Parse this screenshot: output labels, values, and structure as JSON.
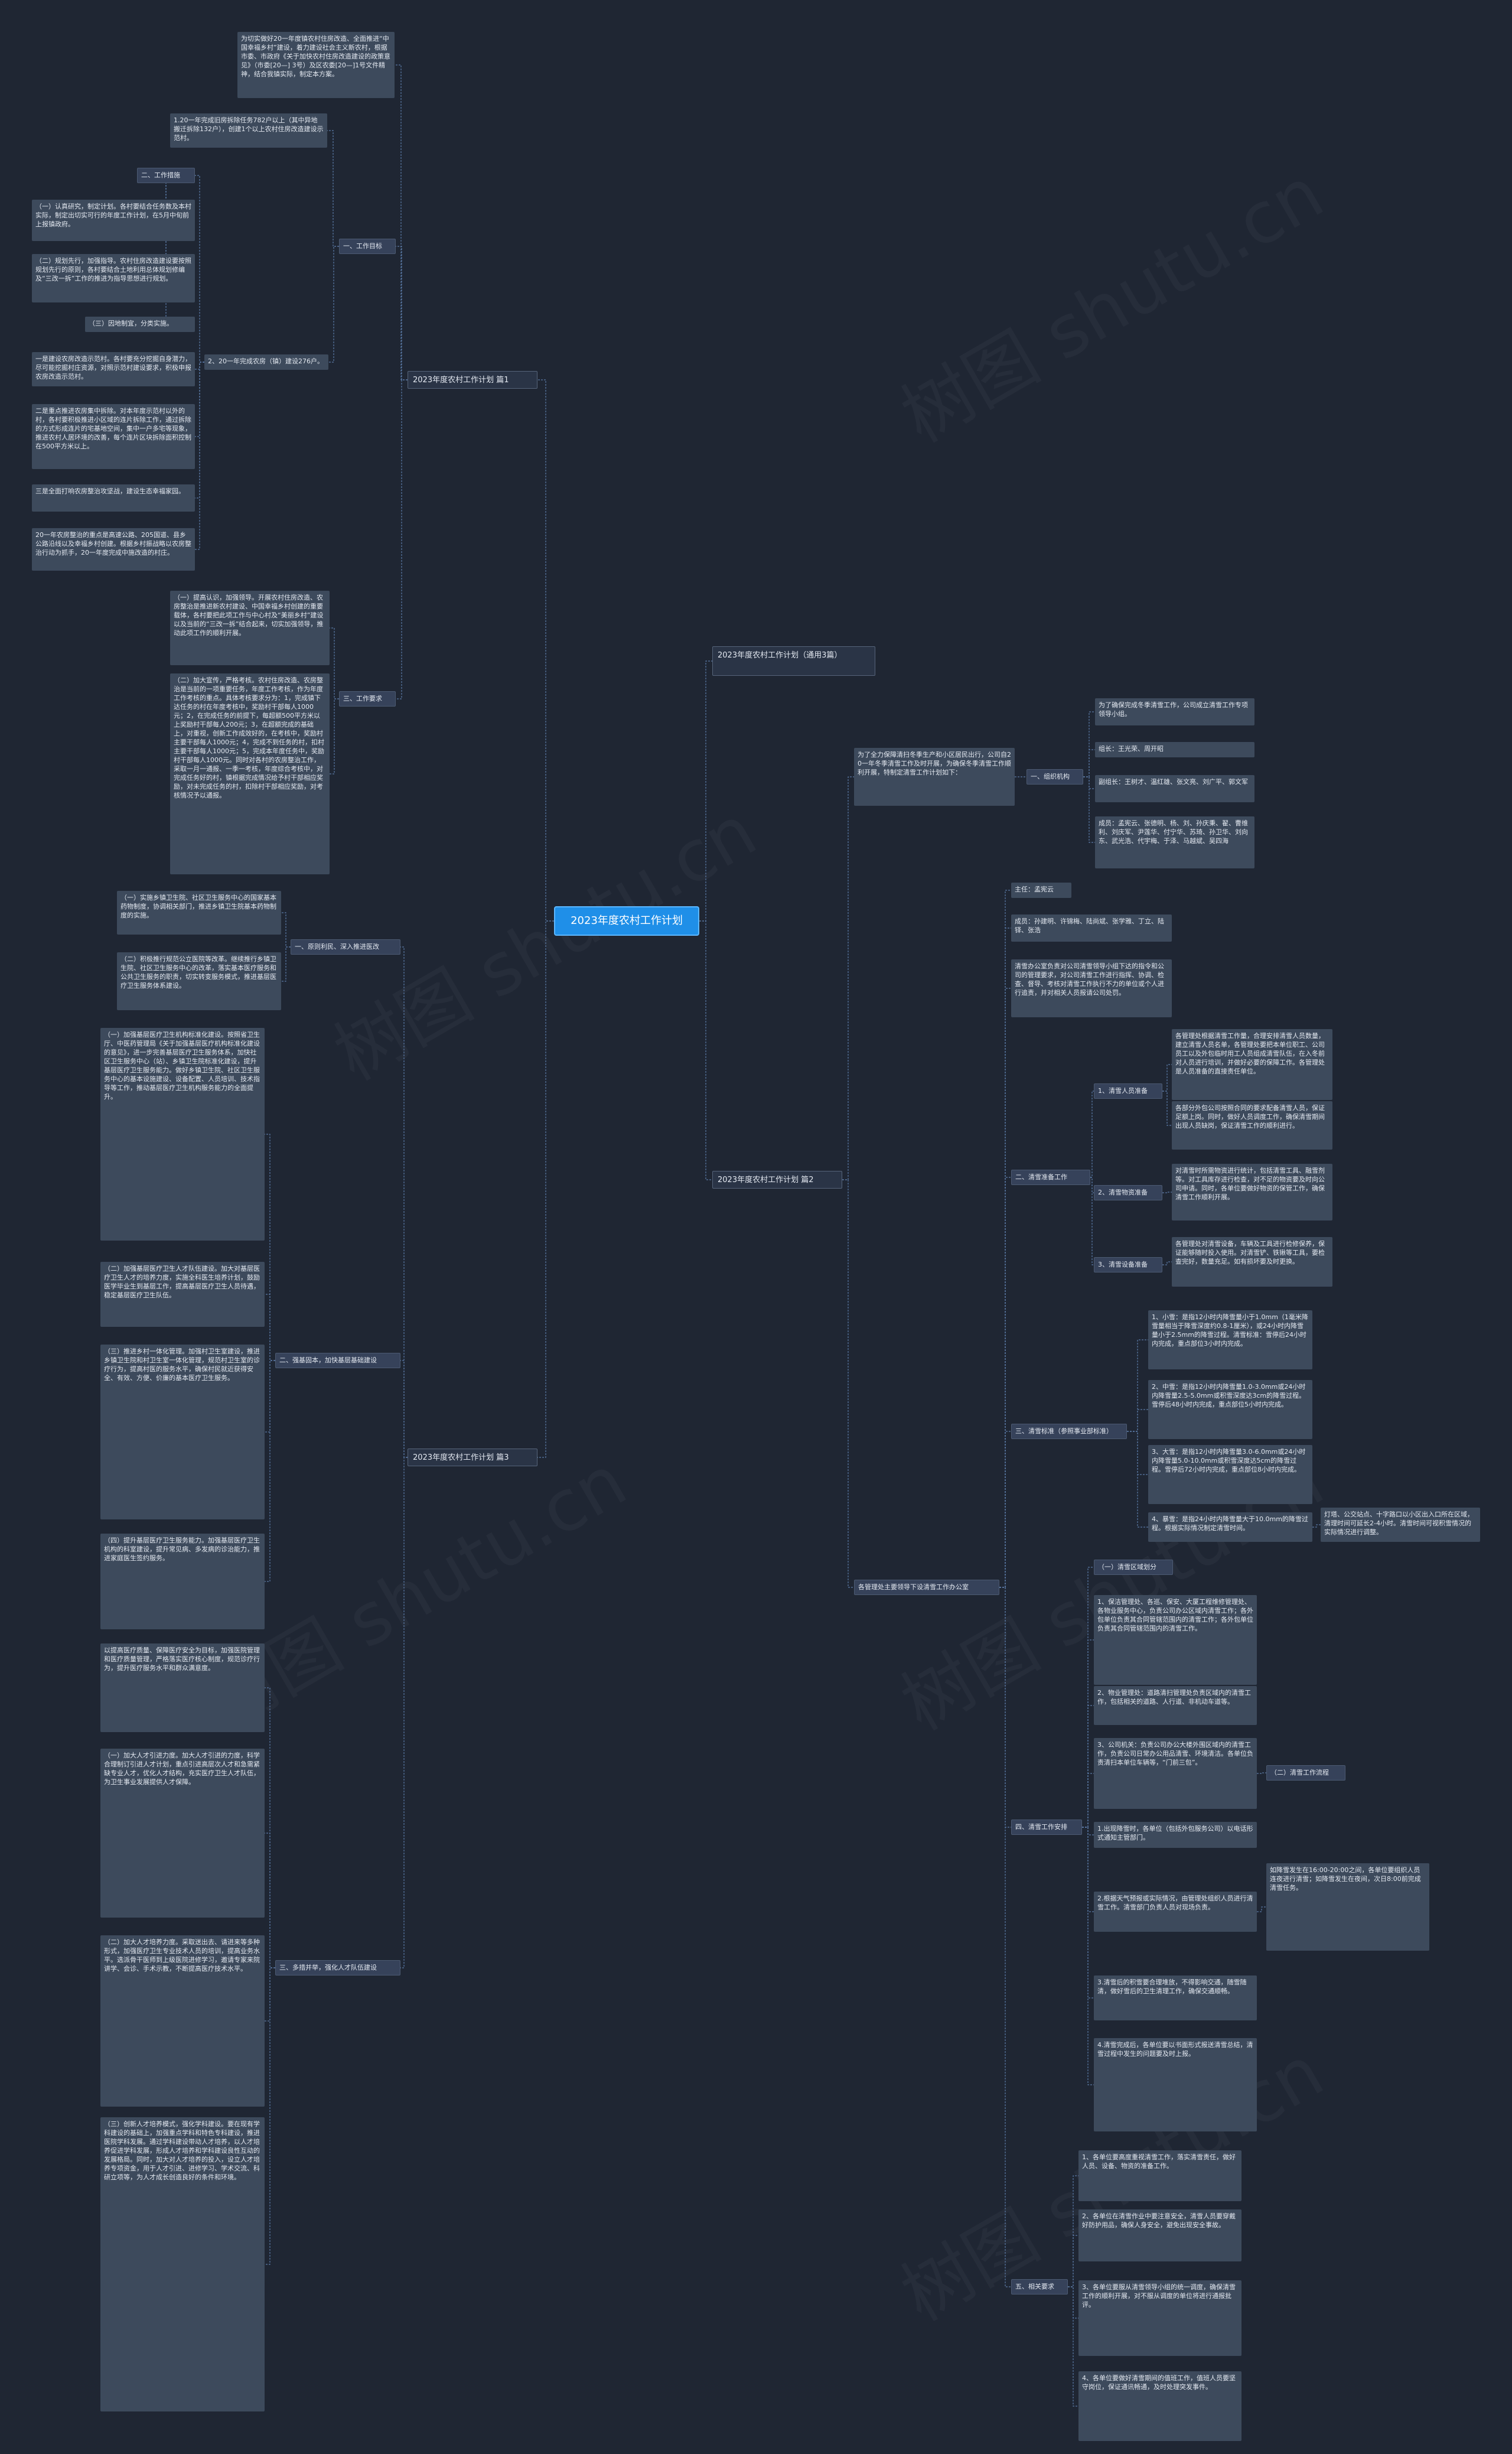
{
  "root": {
    "title": "2023年度农村工作计划"
  },
  "branches": {
    "p1": "2023年度农村工作计划 篇1",
    "p2": "2023年度农村工作计划（通用3篇）",
    "p3": "2023年度农村工作计划 篇2",
    "p4": "2023年度农村工作计划 篇3"
  },
  "p1": {
    "intro": "为切实做好20一年度镇农村住房改造、全面推进“中国幸福乡村”建设，着力建设社会主义新农村，根据市委、市政府《关于加快农村住房改造建设的政策意见》（市委[20—] 3号）及区农委[20—]1号文件精神，结合我镇实际，制定本方案。",
    "goal_label": "一、工作目标",
    "goal_1": "1.20一年完成旧房拆除任务782户以上（其中异地搬迁拆除132户），创建1个以上农村住房改造建设示范村。",
    "goal_2": "2、20一年完成农房（镇）建设276户。",
    "measure_label": "二、工作措施",
    "measure_1": "（一）认真研究，制定计划。各村要结合任务数及本村实际，制定出切实可行的年度工作计划，在5月中旬前上报镇政府。",
    "measure_2": "（二）规划先行，加强指导。农村住房改造建设要按照规划先行的原则，各村要结合土地利用总体规划修编及“三改一拆”工作的推进为指导思想进行规划。",
    "measure_3": "（三）因地制宜，分类实施。",
    "measure_3_1": "一是建设农房改造示范村。各村要充分挖掘自身潜力，尽可能挖掘村庄资源，对照示范村建设要求，积极申报农房改造示范村。",
    "measure_3_2": "二是重点推进农房集中拆除。对本年度示范村以外的村，各村要积极推进小区域的连片拆除工作，通过拆除的方式形成连片的宅基地空间，集中一户多宅等现象，推进农村人居环境的改善，每个连片区块拆除面积控制在500平方米以上。",
    "measure_3_3": "三是全面打响农房整治攻坚战，建设生态幸福家园。",
    "measure_3_4": "20一年农房整治的重点是高速公路、205国道、县乡公路沿线以及幸福乡村创建。根据乡村振战略以农房整治行动为抓手，20一年度完成中施改造的村庄。",
    "work_label": "三、工作要求",
    "work_1": "（一）提高认识，加强领导。开展农村住房改造、农房整治是推进新农村建设、中国幸福乡村创建的重要载体，各村要把此项工作与中心村及“美丽乡村”建设以及当前的“三改一拆”结合起来，切实加强领导，推动此项工作的顺利开展。",
    "work_2": "（二）加大宣传，严格考核。农村住房改造、农房整治是当前的一项重要任务，年度工作考核，作为年度工作考核的重点。具体考核要求分为：1，完成镇下达任务的村在年度考核中，奖励村干部每人1000元；2，在完成任务的前提下，每超额500平方米以上奖励村干部每人200元；3，在超额完成的基础上，对重视，创新工作成效好的，在考核中，奖励村主要干部每人1000元；4，完成不到任务的村，扣村主要干部每人1000元；5，完成本年度任务中，奖励村干部每人1000元。同时对各村的农房整治工作，采取一月一通报、一季一考核，年度综合考核中，对完成任务好的村，镇根据完成情况给予村干部相应奖励，对未完成任务的村，扣除村干部相应奖励，对考核情况予以通报。"
  },
  "p2": {
    "intro": "为了全力保障清扫冬季生产和小区居民出行，公司自20一年冬季清雪工作及时开展，为确保冬季清雪工作顺利开展，特制定清雪工作计划如下：",
    "org_label": "一、组织机构",
    "org_1": "为了确保完成冬季清雪工作，公司成立清雪工作专项领导小组。",
    "org_2": "组长：王光荣、周开昭",
    "org_3": "副组长：王树才、温红雄、张文亮、刘广平、郭文军",
    "org_4": "成员：孟宪云、张德明、杨、刘、孙庆秉、翟、曹维利、刘庆军、尹莲华、付宁华、苏琦、孙卫华、刘向东、武光浩、代宇梅、于泽、马越斌、吴四海",
    "zhuren": "主任：孟宪云",
    "chengyuan": "成员：孙建明、许锦梅、陆尚斌、张学雅、丁立、陆铎、张浩",
    "office_desc": "清雪办公室负责对公司清雪领导小组下达的指令和公司的管理要求，对公司清雪工作进行指挥、协调、检查、督导、考核对清雪工作执行不力的单位或个人进行追责，并对相关人员报请公司处罚。",
    "prep_label": "二、清雪准备工作",
    "prep_1_label": "1、清雪人员准备",
    "prep_1_a": "各管理处根据清雪工作量，合理安排清雪人员数量，建立清雪人员名单，各管理处要把本单位职工、公司员工以及外包临时用工人员组成清雪队伍，在入冬前对人员进行培训，并做好必要的保障工作。各管理处是人员准备的直接责任单位。",
    "prep_1_b": "各部分外包公司按照合同的要求配备清雪人员，保证足额上岗。同时，做好人员调度工作，确保清雪期间出现人员缺岗，保证清雪工作的顺利进行。",
    "prep_2_label": "2、清雪物资准备",
    "prep_2_a": "对清雪时所需物资进行统计，包括清雪工具、融雪剂等。对工具库存进行检查，对不足的物资要及时向公司申请。同时，各单位要做好物资的保管工作，确保清雪工作顺利开展。",
    "prep_3_label": "3、清雪设备准备",
    "prep_3_a": "各管理处对清雪设备，车辆及工具进行检修保养，保证能够随时投入使用。对清雪铲、铁锹等工具，要检查完好，数量充足。如有损坏要及时更换。",
    "std_label": "三、清雪标准（参照事业部标准）",
    "std_1": "1、小雪：是指12小时内降雪量小于1.0mm（1毫米降雪量相当于降雪深度约0.8-1厘米），或24小时内降雪量小于2.5mm的降雪过程。清雪标准：雪停后24小时内完成，重点部位3小时内完成。",
    "std_2": "2、中雪：是指12小时内降雪量1.0-3.0mm或24小时内降雪量2.5-5.0mm或积雪深度达3cm的降雪过程。雪停后48小时内完成，重点部位5小时内完成。",
    "std_3": "3、大雪：是指12小时内降雪量3.0-6.0mm或24小时内降雪量5.0-10.0mm或积雪深度达5cm的降雪过程。雪停后72小时内完成，重点部位8小时内完成。",
    "std_4": "4、暴雪：是指24小时内降雪量大于10.0mm的降雪过程。根据实际情况制定清雪时间。",
    "std_side": "灯塔、公交站点、十字路口以小区出入口所在区域，清理时间可延长2-4小时。清雪时间可视积雪情况的实际情况进行调整。",
    "clean_label": "（一）清雪区域划分",
    "clean_1": "1、保洁管理处、各巡、保安、大厦工程维修管理处、各物业服务中心，负责公司办公区域内清雪工作；各外包单位负责其合同管辖范围内的清雪工作；各外包单位负责其合同管辖范围内的清雪工作。",
    "clean_2": "2、物业管理处：道路清扫管理处负责区域内的清雪工作，包括相关的道路、人行道、非机动车道等。",
    "clean_3": "3、公司机关：负责公司办公大楼外围区域内的清雪工作，负责公司日常办公用品清雪、环境清洁。各单位负责清扫本单位车辆等，“门前三包”。",
    "clean_exec": "（二）清雪工作流程",
    "clean_4": "1.出现降雪时，各单位（包括外包服务公司）以电话形式通知主管部门。",
    "clean_5": "2.根据天气预报或实际情况，由管理处组织人员进行清雪工作。清雪部门负责人员对现场负责。",
    "clean_5_a": "如降雪发生在16:00-20:00之间，各单位要组织人员连夜进行清雪；如降雪发生在夜间，次日8:00前完成清雪任务。",
    "clean_6": "3.清雪后的积雪要合理堆放，不得影响交通，随雪随清，做好雪后的卫生清理工作，确保交通顺畅。",
    "clean_7": "4.清雪完成后，各单位要以书面形式报送清雪总结，清雪过程中发生的问题要及时上报。",
    "exec_label": "四、清雪工作安排",
    "other_label": "五、相关要求",
    "other_1": "1、各单位要高度重视清雪工作，落实清雪责任，做好人员、设备、物资的准备工作。",
    "other_2": "2、各单位在清雪作业中要注意安全，清雪人员要穿戴好防护用品，确保人身安全，避免出现安全事故。",
    "other_3": "3、各单位要服从清雪领导小组的统一调度，确保清雪工作的顺利开展，对不服从调度的单位将进行通报批评。",
    "other_4": "4、各单位要做好清雪期间的值班工作，值班人员要坚守岗位，保证通讯畅通，及时处理突发事件。",
    "final": "各管理处主要领导下设清雪工作办公室"
  },
  "p3": {
    "sec1_label": "一、原则利民、深入推进医改",
    "sec1_1": "（一）实施乡镇卫生院、社区卫生服务中心的国家基本药物制度，协调相关部门，推进乡镇卫生院基本药物制度的实施。",
    "sec1_2": "（二）积极推行规范公立医院等改革。继续推行乡镇卫生院、社区卫生服务中心的改革，落实基本医疗服务和公共卫生服务的职责，切实转变服务模式，推进基层医疗卫生服务体系建设。",
    "sec2_label": "二、强基固本，加快基层基础建设",
    "sec2_1": "（一）加强基层医疗卫生机构标准化建设。按照省卫生厅、中医药管理局《关于加强基层医疗机构标准化建设的意见》，进一步完善基层医疗卫生服务体系，加快社区卫生服务中心（站）、乡镇卫生院标准化建设，提升基层医疗卫生服务能力。做好乡镇卫生院、社区卫生服务中心的基本设施建设、设备配置、人员培训、技术指导等工作，推动基层医疗卫生机构服务能力的全面提升。",
    "sec2_2": "（二）加强基层医疗卫生人才队伍建设。加大对基层医疗卫生人才的培养力度，实施全科医生培养计划，鼓励医学毕业生到基层工作，提高基层医疗卫生人员待遇，稳定基层医疗卫生队伍。",
    "sec2_3": "（三）推进乡村一体化管理。加强村卫生室建设，推进乡镇卫生院和村卫生室一体化管理，规范村卫生室的诊疗行为，提高村医的服务水平，确保村民就近获得安全、有效、方便、价廉的基本医疗卫生服务。",
    "sec2_4": "（四）提升基层医疗卫生服务能力。加强基层医疗卫生机构的科室建设，提升常见病、多发病的诊治能力，推进家庭医生签约服务。",
    "sec3_label": "三、多措并举，强化人才队伍建设",
    "sec3_1": "以提高医疗质量、保障医疗安全为目标，加强医院管理和医疗质量管理，严格落实医疗核心制度，规范诊疗行为，提升医疗服务水平和群众满意度。",
    "sec3_2": "（一）加大人才引进力度。加大人才引进的力度，科学合理制订引进人才计划，重点引进高层次人才和急需紧缺专业人才，优化人才结构，充实医疗卫生人才队伍，为卫生事业发展提供人才保障。",
    "sec3_3": "（二）加大人才培养力度。采取送出去、请进来等多种形式，加强医疗卫生专业技术人员的培训，提高业务水平。选派骨干医师到上级医院进修学习，邀请专家来院讲学、会诊、手术示教，不断提高医疗技术水平。",
    "sec3_4": "（三）创新人才培养模式，强化学科建设。要在现有学科建设的基础上，加强重点学科和特色专科建设，推进医院学科发展。通过学科建设带动人才培养，以人才培养促进学科发展，形成人才培养和学科建设良性互动的发展格局。同时，加大对人才培养的投入，设立人才培养专项资金，用于人才引进、进修学习、学术交流、科研立项等，为人才成长创造良好的条件和环境。"
  }
}
